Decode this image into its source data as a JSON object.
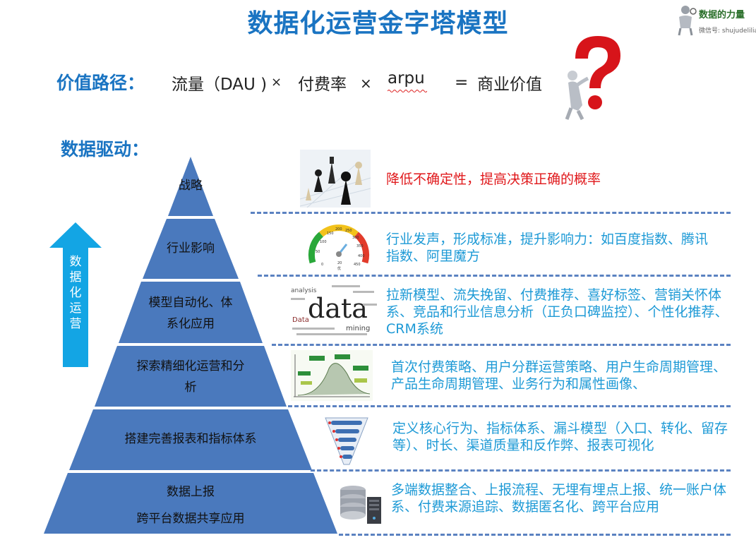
{
  "title": "数据化运营金字塔模型",
  "logo": {
    "brand": "数据的力量",
    "wechat": "微信号: shujudeliliang"
  },
  "value_path": {
    "label": "价值路径：",
    "traffic": "流量（DAU )",
    "times_1": "×",
    "pay_rate": "付费率",
    "times_2": "×",
    "arpu": "arpu",
    "equals": "=",
    "business_value": "商业价值"
  },
  "data_driven": {
    "label": "数据驱动："
  },
  "arrow": {
    "text": "数据化运营",
    "color": "#13a5e4"
  },
  "pyramid": {
    "color": "#4a79bd",
    "tiers": [
      {
        "line1": "战略",
        "line2": ""
      },
      {
        "line1": "行业影响",
        "line2": ""
      },
      {
        "line1": "模型自动化、体",
        "line2": "系化应用"
      },
      {
        "line1": "探索精细化运营和分",
        "line2": "析"
      },
      {
        "line1": "搭建完善报表和指标体系",
        "line2": ""
      },
      {
        "line1": "数据上报",
        "line2": "跨平台数据共享应用"
      }
    ]
  },
  "descriptions": {
    "strategy": "降低不确定性，提高决策正确的概率",
    "industry": "行业发声，形成标准，提升影响力：如百度指数、腾讯指数、阿里魔方",
    "model": "拉新模型、流失挽留、付费推荐、喜好标签、营销关怀体系、竞品和行业信息分析（正负口碑监控）、个性化推荐、CRM系统",
    "explore": "首次付费策略、用户分群运营策略、用户生命周期管理、产品生命周期管理、业务行为和属性画像、",
    "report": "定义核心行为、指标体系、漏斗模型（入口、转化、留存等）、时长、渠道质量和反作弊、报表可视化",
    "data": "多端数据整合、上报流程、无埋有埋点上报、统一账户体系、付费来源追踪、数据匿名化、跨平台应用"
  },
  "thumbnails": {
    "data_word": "data",
    "analysis": "analysis",
    "mining": "mining",
    "big_data": "Data",
    "gauge_ticks": [
      "100",
      "150",
      "200",
      "250",
      "300",
      "50",
      "350",
      "400",
      "0",
      "450"
    ],
    "gauge_mid": "20",
    "gauge_label": "优"
  }
}
